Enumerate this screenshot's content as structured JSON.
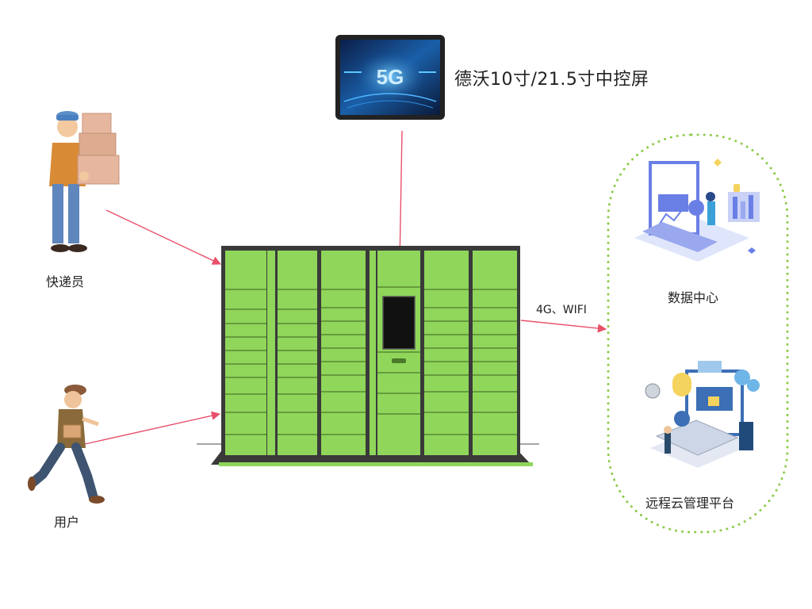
{
  "labels": {
    "screen": "德沃10寸/21.5寸中控屏",
    "screen_badge": "5G",
    "courier": "快递员",
    "user": "用户",
    "network": "4G、WIFI",
    "data_center": "数据中心",
    "cloud_platform": "远程云管理平台"
  },
  "colors": {
    "arrow": "#e8506a",
    "locker_green": "#8fd65a",
    "locker_frame": "#3a3a3a",
    "cloud_border": "#8ccc4a",
    "illustration_blue": "#6a7fe6"
  },
  "icons": [
    "courier-figure",
    "user-figure",
    "screen-device",
    "locker-cabinet",
    "data-center-illustration",
    "cloud-platform-illustration"
  ]
}
